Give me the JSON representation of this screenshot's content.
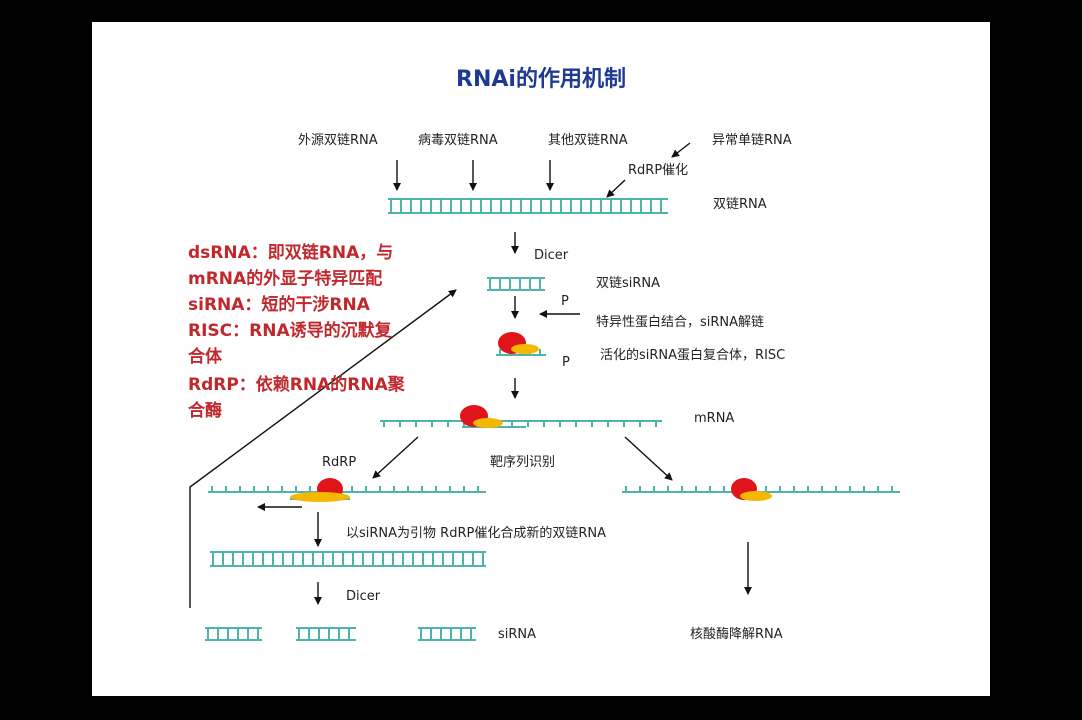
{
  "title": "RNAi的作用机制",
  "sources": [
    "外源双链RNA",
    "病毒双链RNA",
    "其他双链RNA",
    "异常单链RNA"
  ],
  "rdrp_catalysis": "RdRP催化",
  "dsrna": "双链RNA",
  "dicer": "Dicer",
  "ds_sirna": "双链siRNA",
  "p_label": "P",
  "protein_binding": "特异性蛋白结合，siRNA解链",
  "risc_complex": "活化的siRNA蛋白复合体，RISC",
  "mrna": "mRNA",
  "target_recognition": "靶序列识别",
  "rdrp": "RdRP",
  "primer_synthesis": "以siRNA为引物 RdRP催化合成新的双链RNA",
  "sirna": "siRNA",
  "nuclease_degrade": "核酸酶降解RNA",
  "notes": [
    "dsRNA：即双链RNA，与",
    "mRNA的外显子特异匹配",
    "siRNA：短的干涉RNA",
    "RISC：RNA诱导的沉默复",
    "合体",
    "RdRP：依赖RNA的RNA聚",
    "合酶"
  ],
  "colors": {
    "strand": "#4fb3ad",
    "protein_red": "#e0141b",
    "protein_yellow": "#f5b800",
    "title": "#1f3a93",
    "notes": "#c0282d"
  }
}
